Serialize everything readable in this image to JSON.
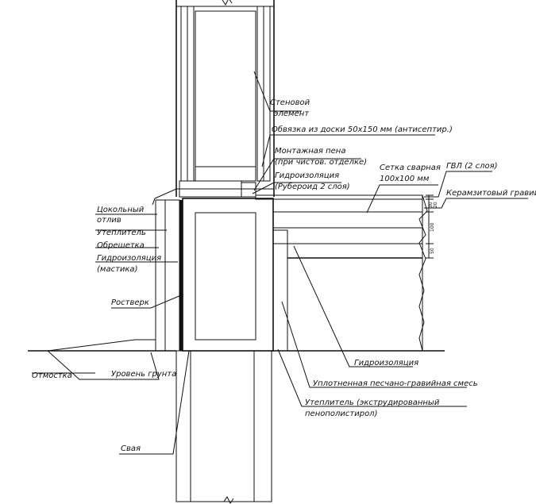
{
  "labels": {
    "wall_element_1": "Стеновой",
    "wall_element_2": "элемент",
    "strapping": "Обвязка из доски 50х150 мм (антисептир.)",
    "mounting_foam_1": "Монтажная пена",
    "mounting_foam_2": "(при чистов. отделке)",
    "waterproofing_top_1": "Гидроизоляция",
    "waterproofing_top_2": "(Рубероид 2 слоя)",
    "mesh_1": "Сетка сварная",
    "mesh_2": "100х100 мм",
    "gvl": "ГВЛ (2 слоя)",
    "expanded_clay": "Керамзитовый гравий",
    "base_drip_1": "Цокольный",
    "base_drip_2": "отлив",
    "insulation_left": "Утеплитель",
    "lathing": "Обрешетка",
    "waterproofing_left_1": "Гидроизоляция",
    "waterproofing_left_2": "(мастика)",
    "grillage": "Ростверк",
    "blind_area": "Отмостка",
    "ground_level": "Уровень грунта",
    "pile": "Свая",
    "waterproofing_bottom": "Гидроизоляция",
    "sand_gravel": "Уплотненная песчано-гравийная смесь",
    "insulation_bottom_1": "Утеплитель (экструдированный",
    "insulation_bottom_2": "пенополистирол)"
  },
  "dimensions": {
    "d1": "30",
    "d2": "20",
    "d3": "100",
    "d4": "50"
  }
}
